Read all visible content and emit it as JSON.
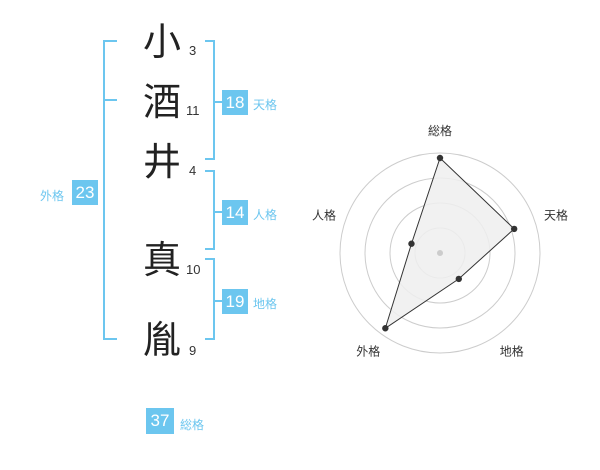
{
  "name": {
    "chars": [
      {
        "char": "小",
        "strokes": "3"
      },
      {
        "char": "酒",
        "strokes": "11"
      },
      {
        "char": "井",
        "strokes": "4"
      },
      {
        "char": "真",
        "strokes": "10"
      },
      {
        "char": "胤",
        "strokes": "9"
      }
    ]
  },
  "scores": {
    "tenkaku": {
      "value": "18",
      "label": "天格"
    },
    "jinkaku": {
      "value": "14",
      "label": "人格"
    },
    "chikaku": {
      "value": "19",
      "label": "地格"
    },
    "gaikaku": {
      "value": "23",
      "label": "外格"
    },
    "soukaku": {
      "value": "37",
      "label": "総格"
    }
  },
  "colors": {
    "accent": "#6cc6ef",
    "radar_fill": "#efefef",
    "ring": "#cccccc"
  },
  "chart_data": {
    "type": "radar",
    "axes": [
      "総格",
      "天格",
      "地格",
      "外格",
      "人格"
    ],
    "values": [
      0.95,
      0.78,
      0.32,
      0.93,
      0.3
    ],
    "rings": 4
  }
}
